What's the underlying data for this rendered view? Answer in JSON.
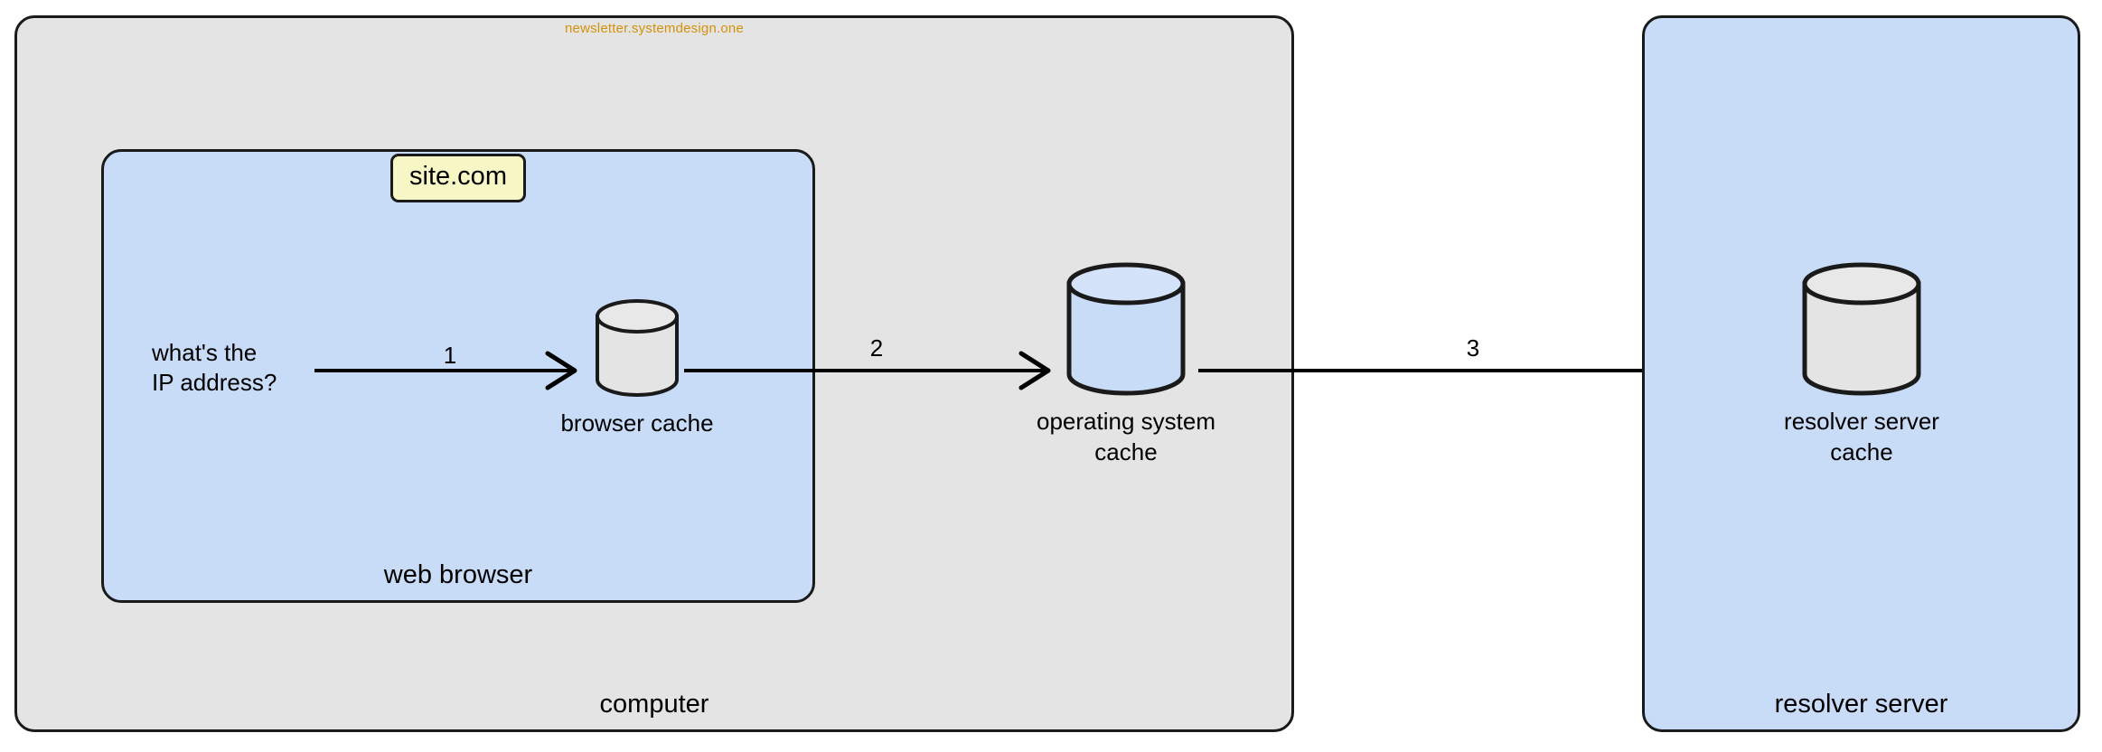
{
  "diagram": {
    "watermark": "newsletter.systemdesign.one",
    "containers": {
      "computer": {
        "label": "computer",
        "fill": "#e4e4e4",
        "stroke": "#1a1a1a"
      },
      "web_browser": {
        "label": "web browser",
        "fill": "#c9dcf7",
        "stroke": "#1a1a1a"
      },
      "resolver_server": {
        "label": "resolver server",
        "fill": "#c9dcf7",
        "stroke": "#1a1a1a"
      }
    },
    "tag": {
      "label": "site.com",
      "fill": "#f7f6c5",
      "stroke": "#1a1a1a"
    },
    "question": {
      "line1": "what's the",
      "line2": "IP address?"
    },
    "nodes": [
      {
        "id": "browser-cache",
        "caption_line1": "browser cache",
        "caption_line2": "",
        "icon": "database-cylinder-icon",
        "fill": "#e4e4e4",
        "stroke": "#1a1a1a"
      },
      {
        "id": "operating-system-cache",
        "caption_line1": "operating system",
        "caption_line2": "cache",
        "icon": "database-cylinder-icon",
        "fill": "#c9dcf7",
        "stroke": "#1a1a1a"
      },
      {
        "id": "resolver-server-cache",
        "caption_line1": "resolver server",
        "caption_line2": "cache",
        "icon": "database-cylinder-icon",
        "fill": "#e4e4e4",
        "stroke": "#1a1a1a"
      }
    ],
    "arrows": [
      {
        "id": "arrow-1",
        "label": "1",
        "from": "question",
        "to": "browser-cache"
      },
      {
        "id": "arrow-2",
        "label": "2",
        "from": "browser-cache",
        "to": "operating-system-cache"
      },
      {
        "id": "arrow-3",
        "label": "3",
        "from": "operating-system-cache",
        "to": "resolver-server-cache"
      }
    ]
  }
}
